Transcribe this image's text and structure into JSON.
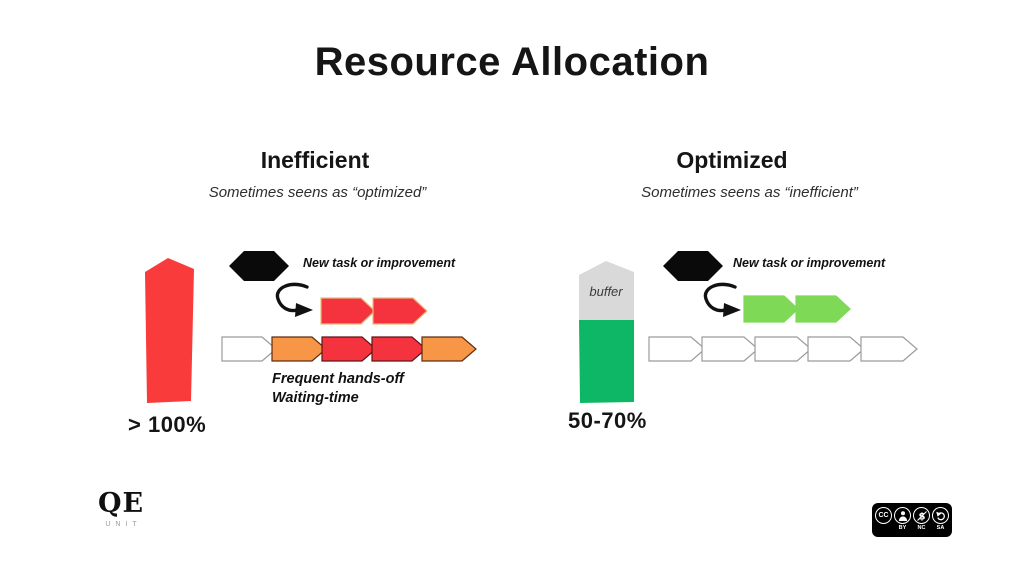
{
  "title": "Resource Allocation",
  "left": {
    "heading": "Inefficient",
    "subtitle": "Sometimes seens as “optimized”",
    "utilization_label": "> 100%",
    "hexagon_label": "New task or improvement",
    "notes": [
      "Frequent hands-off",
      "Waiting-time"
    ],
    "chevrons_new": [
      {
        "fill": "#f5333f",
        "stroke": "#e3bd7d"
      },
      {
        "fill": "#f5333f",
        "stroke": "#e3bd7d"
      }
    ],
    "chevrons_pipeline": [
      {
        "fill": "#ffffff",
        "stroke": "#9b9b9b"
      },
      {
        "fill": "#f79646",
        "stroke": "#5f2c12"
      },
      {
        "fill": "#f5333f",
        "stroke": "#5f1414"
      },
      {
        "fill": "#f5333f",
        "stroke": "#5f1414"
      },
      {
        "fill": "#f79646",
        "stroke": "#5f2c12"
      }
    ]
  },
  "right": {
    "heading": "Optimized",
    "subtitle": "Sometimes seens as “inefficient”",
    "utilization_label": "50-70%",
    "buffer_label": "buffer",
    "hexagon_label": "New task or improvement",
    "chevrons_new": [
      {
        "fill": "#7ed957",
        "stroke": "#7ed957"
      },
      {
        "fill": "#7ed957",
        "stroke": "#7ed957"
      }
    ],
    "chevrons_pipeline": [
      {
        "fill": "#ffffff",
        "stroke": "#9b9b9b"
      },
      {
        "fill": "#ffffff",
        "stroke": "#9b9b9b"
      },
      {
        "fill": "#ffffff",
        "stroke": "#9b9b9b"
      },
      {
        "fill": "#ffffff",
        "stroke": "#9b9b9b"
      },
      {
        "fill": "#ffffff",
        "stroke": "#9b9b9b"
      }
    ]
  },
  "colors": {
    "bar_red": "#f93b3b",
    "bar_green": "#0db765",
    "buffer_gray": "#d9d9d9",
    "hexagon_black": "#0a0a0a",
    "arrow_black": "#111111"
  },
  "footer": {
    "logo_main": "QE",
    "logo_sub": "UNIT",
    "license": {
      "cc_text": "CC",
      "labels": [
        "BY",
        "NC",
        "SA"
      ]
    }
  }
}
